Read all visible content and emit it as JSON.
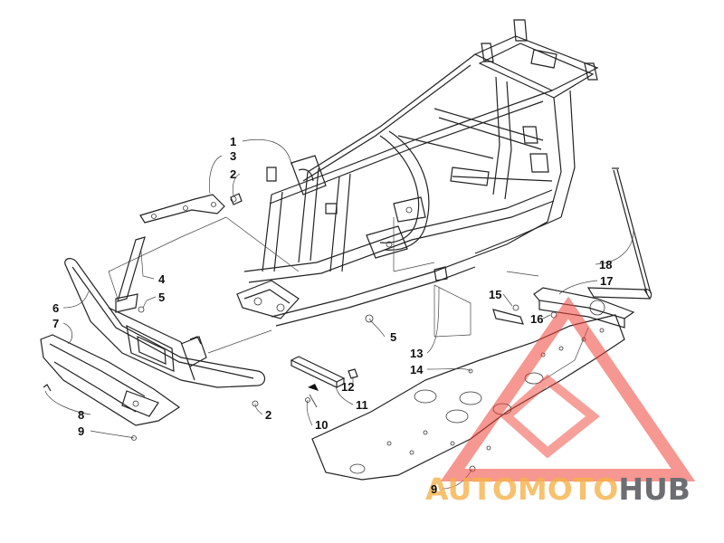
{
  "callouts": [
    {
      "id": "c1",
      "text": "1"
    },
    {
      "id": "c3",
      "text": "3"
    },
    {
      "id": "c2a",
      "text": "2"
    },
    {
      "id": "c4",
      "text": "4"
    },
    {
      "id": "c5a",
      "text": "5"
    },
    {
      "id": "c6",
      "text": "6"
    },
    {
      "id": "c7",
      "text": "7"
    },
    {
      "id": "c8",
      "text": "8"
    },
    {
      "id": "c9a",
      "text": "9"
    },
    {
      "id": "c2b",
      "text": "2"
    },
    {
      "id": "c5b",
      "text": "5"
    },
    {
      "id": "c10",
      "text": "10"
    },
    {
      "id": "c11",
      "text": "11"
    },
    {
      "id": "c12",
      "text": "12"
    },
    {
      "id": "c13",
      "text": "13"
    },
    {
      "id": "c14",
      "text": "14"
    },
    {
      "id": "c15",
      "text": "15"
    },
    {
      "id": "c16",
      "text": "16"
    },
    {
      "id": "c17",
      "text": "17"
    },
    {
      "id": "c18",
      "text": "18"
    },
    {
      "id": "c9b",
      "text": "9"
    }
  ],
  "watermark": {
    "part1": "AUTOMOTO",
    "part2": "HUB",
    "color_primary": "#ef4136",
    "color_secondary": "#f7b24a",
    "color_dark": "#6d6e71"
  }
}
